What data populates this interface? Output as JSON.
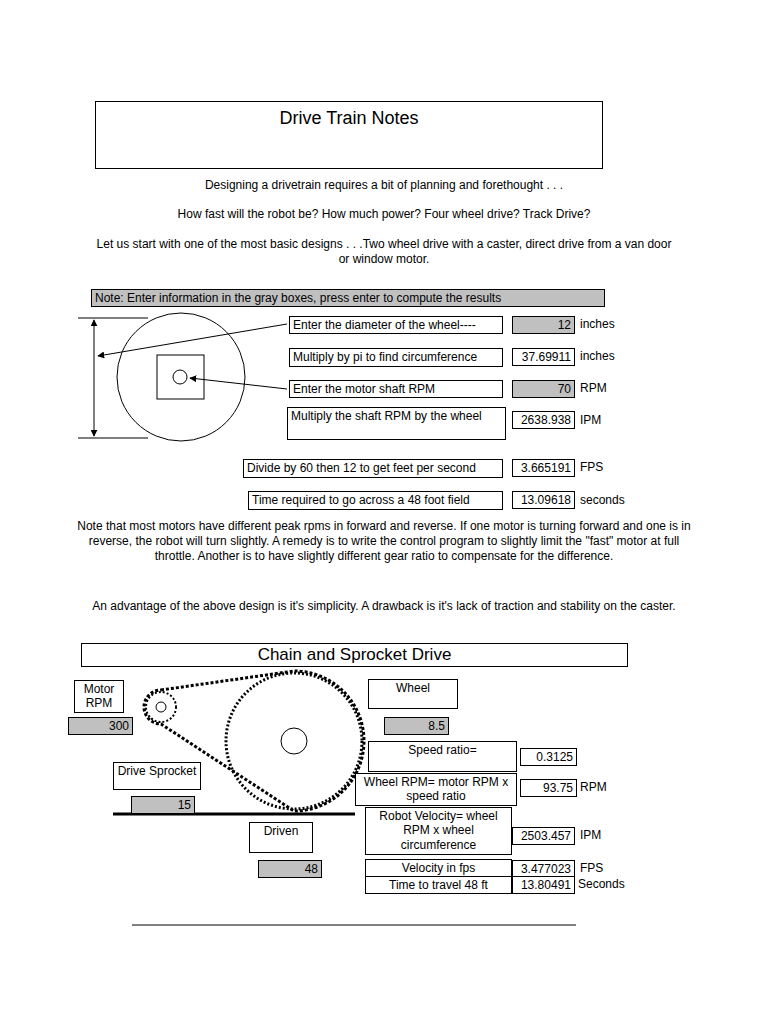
{
  "diagram": {
    "nodes": [
      {
        "text": [
          "Drive Train Notes"
        ]
      },
      {
        "text": [
          "Note: Enter information in the gray boxes, press enter to compute the results"
        ]
      },
      {
        "text": [
          "Enter the diameter of the wheel----"
        ]
      },
      {
        "text": [
          "12"
        ]
      },
      {
        "text": [
          "Multiply by pi to find circumference"
        ]
      },
      {
        "text": [
          "37.69911"
        ]
      },
      {
        "text": [
          "Enter the motor shaft RPM"
        ]
      },
      {
        "text": [
          "70"
        ]
      },
      {
        "text": [
          "Multiply the shaft RPM by the wheel"
        ]
      },
      {
        "text": [
          "2638.938"
        ]
      },
      {
        "text": [
          "Divide by 60  then 12 to get feet per second"
        ]
      },
      {
        "text": [
          "3.665191"
        ]
      },
      {
        "text": [
          "Time required to go across a 48 foot field"
        ]
      },
      {
        "text": [
          "13.09618"
        ]
      },
      {
        "text": [
          "Chain and Sprocket Drive"
        ]
      },
      {
        "text": [
          "Motor RPM"
        ]
      },
      {
        "text": [
          "300"
        ]
      },
      {
        "text": [
          "Wheel"
        ]
      },
      {
        "text": [
          "8.5"
        ]
      },
      {
        "text": [
          "Speed ratio="
        ]
      },
      {
        "text": [
          "0.3125"
        ]
      },
      {
        "text": [
          "Drive Sprocket"
        ]
      },
      {
        "text": [
          "15"
        ]
      },
      {
        "text": [
          "Wheel RPM= motor RPM x speed ratio"
        ]
      },
      {
        "text": [
          "93.75"
        ]
      },
      {
        "text": [
          "Robot Velocity= wheel RPM x wheel circumference"
        ]
      },
      {
        "text": [
          "2503.457"
        ]
      },
      {
        "text": [
          "Driven"
        ]
      },
      {
        "text": [
          "48"
        ]
      },
      {
        "text": [
          "Velocity in fps"
        ]
      },
      {
        "text": [
          "3.477023"
        ]
      },
      {
        "text": [
          "Time to travel 48 ft"
        ]
      },
      {
        "text": [
          "13.80491"
        ]
      }
    ],
    "labels": [
      "Designing a drivetrain requires a bit of planning and forethought . . .",
      "How fast will the robot be? How much power? Four wheel drive? Track Drive?",
      "Let us start with one of the most basic designs . . .Two wheel drive with a caster, direct drive from a van door or window motor.",
      "inches",
      "inches",
      "RPM",
      "IPM",
      "FPS",
      "seconds",
      "Note that most motors have different peak rpms in forward and reverse. If one motor is turning forward and one is in reverse, the robot will turn slightly. A remedy is to write the control program to slightly limit the \"fast\" motor at full throttle. Another is to have slightly different gear ratio to compensate for the difference.",
      "An advantage of the above design is it's simplicity. A drawback is it's lack of traction  and stability on the caster.",
      "RPM",
      "IPM",
      "FPS",
      "Seconds"
    ]
  }
}
